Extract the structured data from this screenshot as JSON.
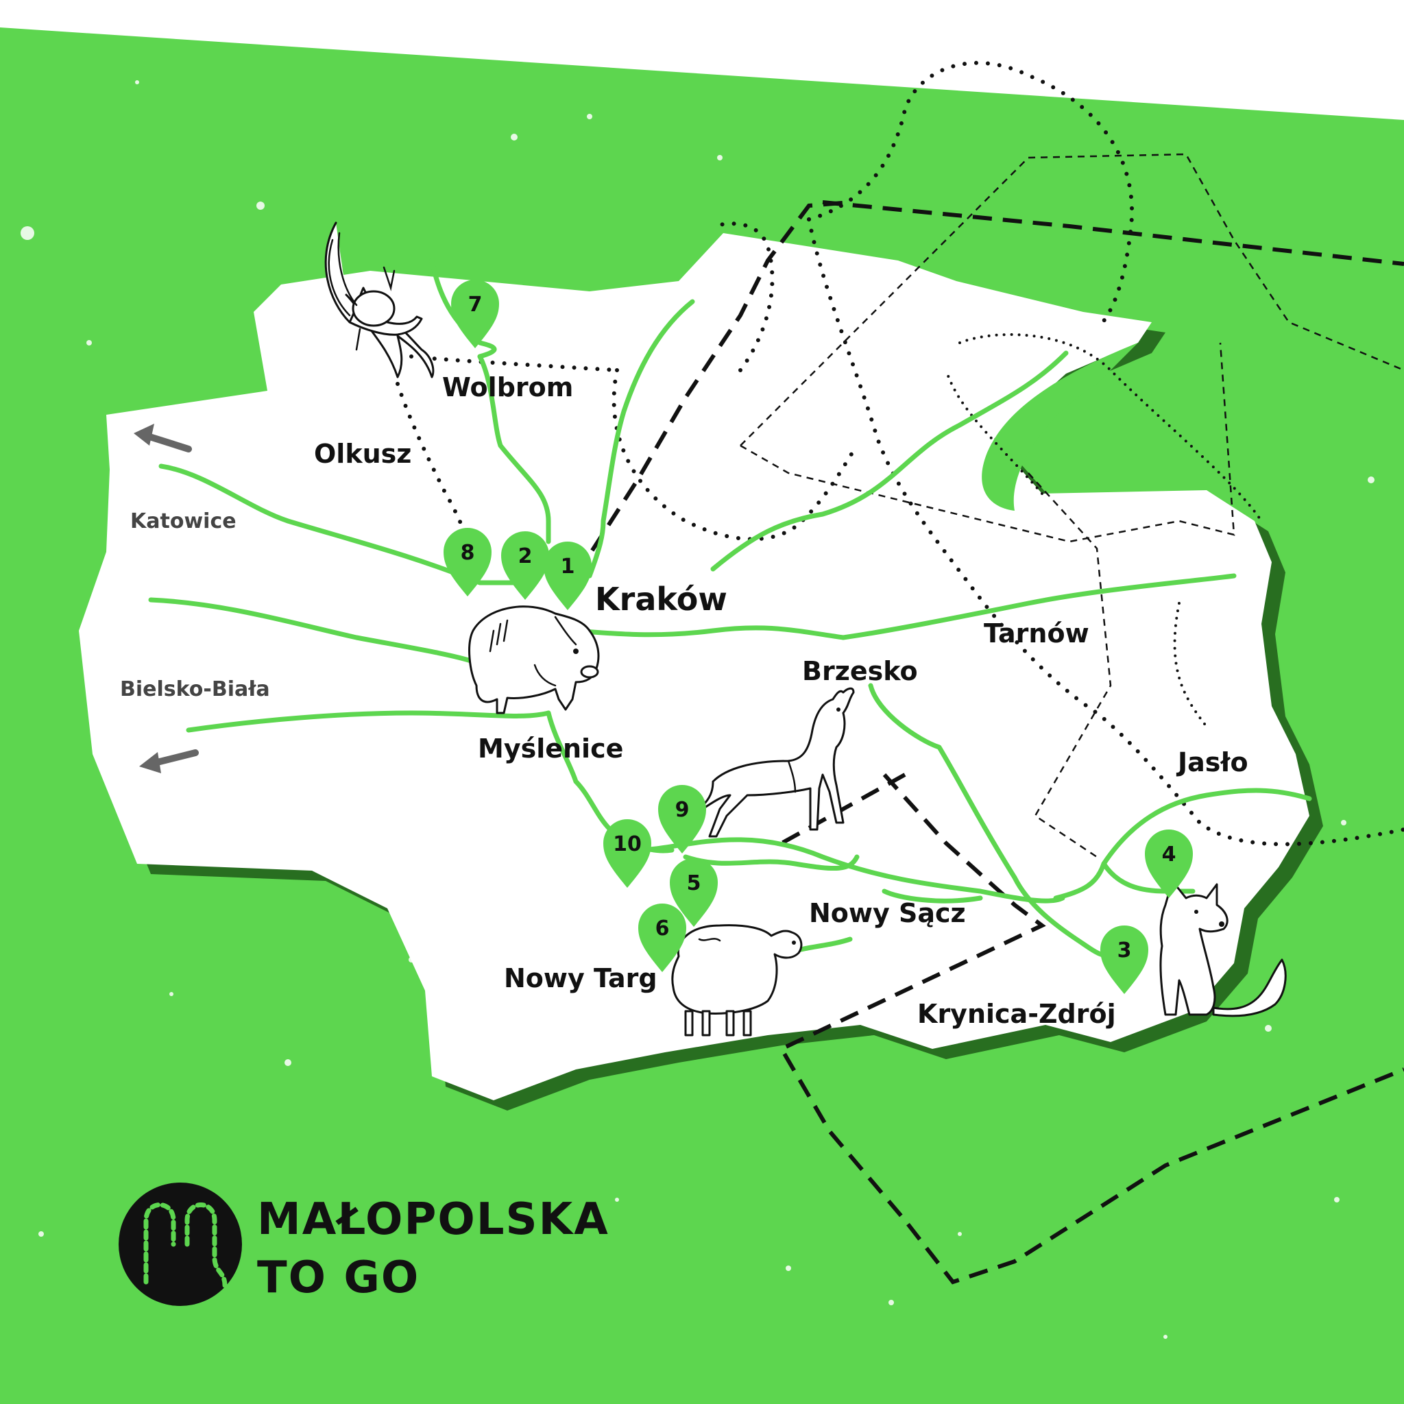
{
  "colors": {
    "background": "#5dd64f",
    "region": "#ffffff",
    "road": "#5dd64f",
    "pin": "#5dd64f",
    "text": "#111111",
    "arrow": "#666666"
  },
  "cities": {
    "wolbrom": "Wolbrom",
    "olkusz": "Olkusz",
    "krakow": "Kraków",
    "katowice": "Katowice",
    "bielsko_biala": "Bielsko-Biała",
    "myslenice": "Myślenice",
    "brzesko": "Brzesko",
    "tarnow": "Tarnów",
    "jaslo": "Jasło",
    "nowy_sacz": "Nowy Sącz",
    "nowy_targ": "Nowy Targ",
    "krynica_zdroj": "Krynica-Zdrój"
  },
  "pins": {
    "p1": "1",
    "p2": "2",
    "p3": "3",
    "p4": "4",
    "p5": "5",
    "p6": "6",
    "p7": "7",
    "p8": "8",
    "p9": "9",
    "p10": "10"
  },
  "animals": [
    "bat-icon",
    "boar-icon",
    "deer-icon",
    "sheep-icon",
    "fox-icon"
  ],
  "brand": {
    "line1": "MAŁOPOLSKA",
    "line2": "TO GO"
  }
}
